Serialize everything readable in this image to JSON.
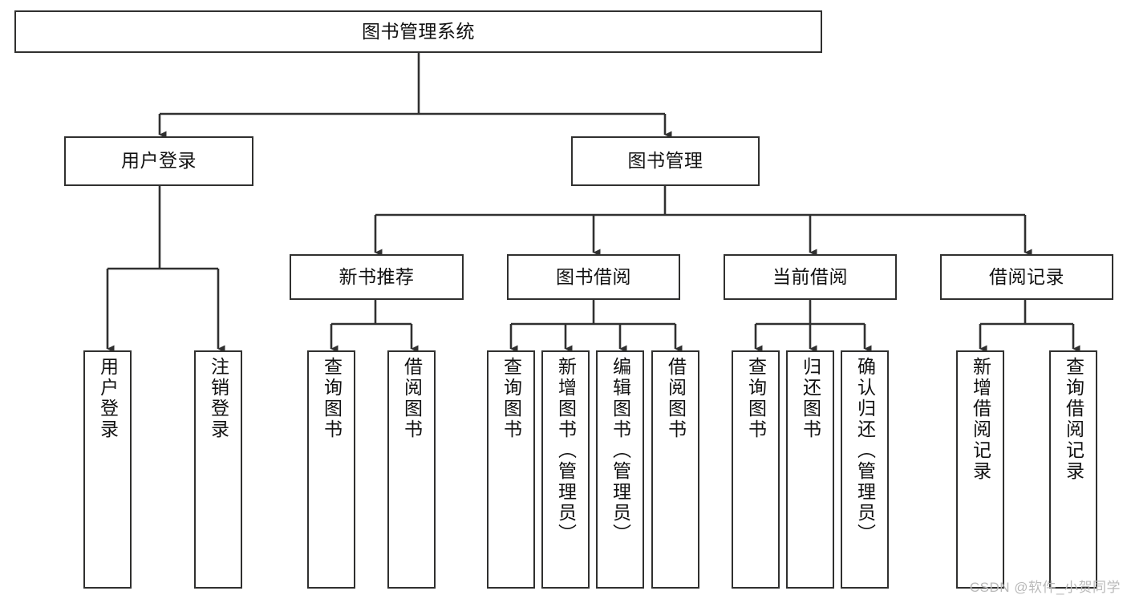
{
  "diagram": {
    "title": "图书管理系统",
    "type": "tree",
    "watermark": "CSDN @软件_小贺同学",
    "colors": {
      "box_border": "#30302f",
      "box_fill": "#ffffff",
      "connector": "#303030",
      "text": "#111111",
      "watermark": "#b9b9b9"
    },
    "root": {
      "label": "图书管理系统"
    },
    "level2": [
      {
        "label": "用户登录"
      },
      {
        "label": "图书管理"
      }
    ],
    "level3": [
      {
        "label": "新书推荐"
      },
      {
        "label": "图书借阅"
      },
      {
        "label": "当前借阅"
      },
      {
        "label": "借阅记录"
      }
    ],
    "leaves": {
      "user_login": [
        {
          "label": "用户登录"
        },
        {
          "label": "注销登录"
        }
      ],
      "new_book_recommend": [
        {
          "label": "查询图书"
        },
        {
          "label": "借阅图书"
        }
      ],
      "book_borrow": [
        {
          "label": "查询图书"
        },
        {
          "label": "新增图书（管理员）"
        },
        {
          "label": "编辑图书（管理员）"
        },
        {
          "label": "借阅图书"
        }
      ],
      "current_borrow": [
        {
          "label": "查询图书"
        },
        {
          "label": "归还图书"
        },
        {
          "label": "确认归还（管理员）"
        }
      ],
      "borrow_record": [
        {
          "label": "新增借阅记录"
        },
        {
          "label": "查询借阅记录"
        }
      ]
    }
  }
}
